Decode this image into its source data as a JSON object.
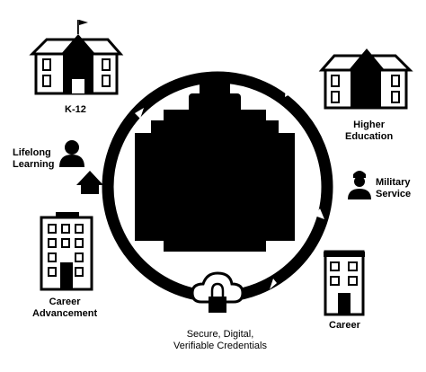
{
  "stages": {
    "k12": "K-12",
    "higher_education": "Higher\nEducation",
    "military_service": "Military\nService",
    "career": "Career",
    "career_advancement": "Career\nAdvancement",
    "lifelong_learning": "Lifelong\nLearning"
  },
  "center_caption": "Secure, Digital,\nVerifiable Credentials",
  "icons": {
    "k12": "school-building-icon",
    "higher_education": "university-building-icon",
    "military_service": "soldier-icon",
    "career": "office-building-icon",
    "career_advancement": "tall-office-building-icon",
    "lifelong_learning": "person-icon",
    "center": "graduate-silhouette-icon",
    "cloud": "cloud-lock-icon"
  },
  "colors": {
    "ink": "#000000",
    "background": "#ffffff"
  }
}
